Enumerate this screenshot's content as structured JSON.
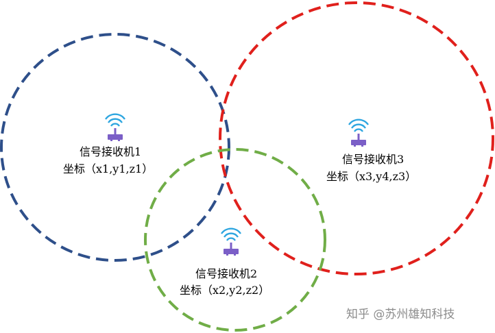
{
  "receivers": [
    {
      "name": "信号接收机1",
      "coords": "坐标（x1,y1,z1）",
      "icon": "wifi-router-icon",
      "ring_color": "#2e4f8a"
    },
    {
      "name": "信号接收机2",
      "coords": "坐标（x2,y2,z2）",
      "icon": "wifi-router-icon",
      "ring_color": "#70ad47"
    },
    {
      "name": "信号接收机3",
      "coords": "坐标（x3,y4,z3）",
      "icon": "wifi-router-icon",
      "ring_color": "#e0201c"
    }
  ],
  "colors": {
    "router_body": "#7b5fc7",
    "signal_waves": "#2ea6e0"
  },
  "watermark": "知乎 @苏州雄知科技"
}
